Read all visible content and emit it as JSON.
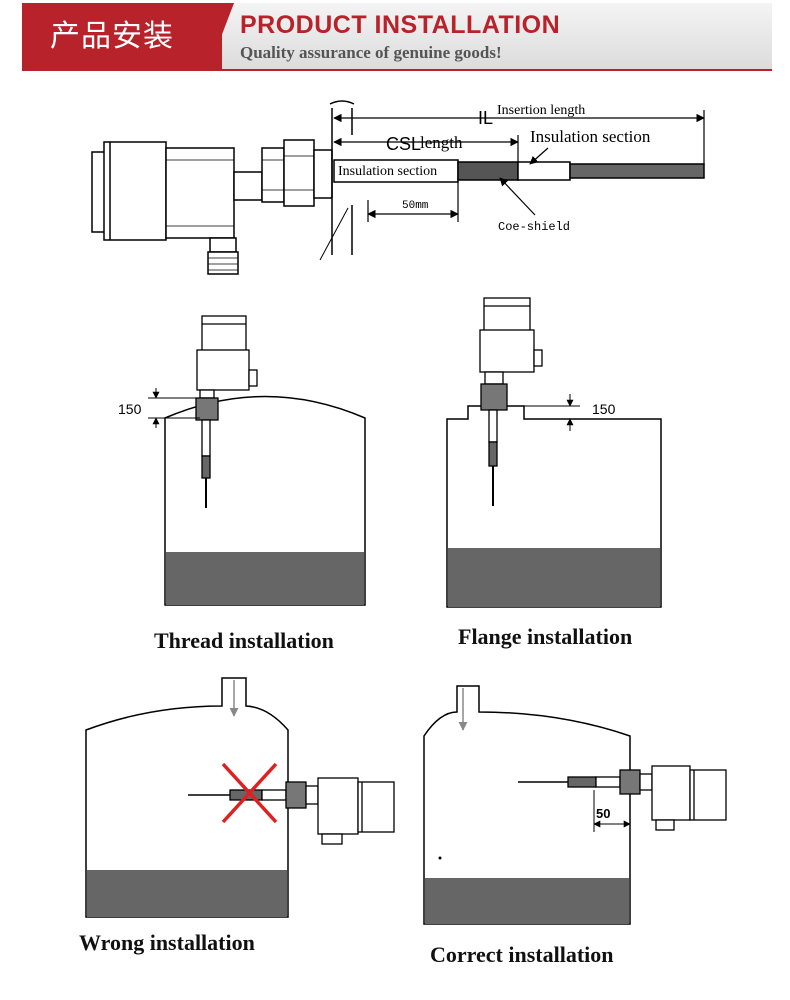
{
  "header": {
    "cn_title": "产品安装",
    "title": "PRODUCT  INSTALLATION",
    "subtitle": "Quality assurance of genuine goods!"
  },
  "diagram_top": {
    "il_label": "IL",
    "insertion_length": "Insertion length",
    "csl_label": "CSL",
    "length_label": "length",
    "insulation_section_upper": "Insulation section",
    "insulation_section_inner": "Insulation section",
    "dim_50mm": "50mm",
    "coe_shield": "Coe-shield"
  },
  "panels": {
    "thread": {
      "caption": "Thread installation",
      "dim": "150"
    },
    "flange": {
      "caption": "Flange installation",
      "dim": "150"
    },
    "wrong": {
      "caption": "Wrong installation"
    },
    "correct": {
      "caption": "Correct installation",
      "dim": "50"
    }
  }
}
